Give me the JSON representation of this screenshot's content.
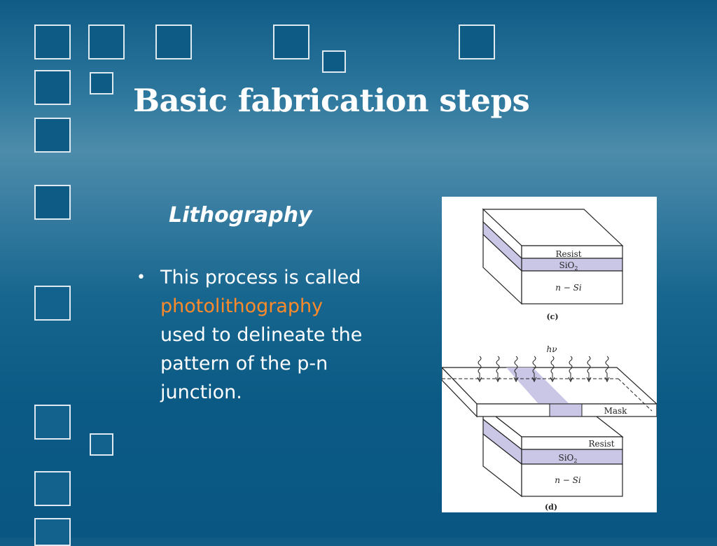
{
  "slide": {
    "title": "Basic fabrication steps",
    "subtitle": "Lithography",
    "bullet": {
      "before": "This process is called",
      "highlight": "photolithography",
      "after": "used to delineate the pattern of the p-n junction."
    },
    "highlight_color": "#ff8a2a"
  },
  "figure": {
    "diagram_c": {
      "resist": "Resist",
      "oxide_main": "SiO",
      "oxide_sub": "2",
      "substrate": "n − Si",
      "caption": "(c)"
    },
    "diagram_d": {
      "light": "hν",
      "mask": "Mask",
      "resist": "Resist",
      "oxide_main": "SiO",
      "oxide_sub": "2",
      "substrate": "n − Si",
      "caption": "(d)"
    }
  }
}
